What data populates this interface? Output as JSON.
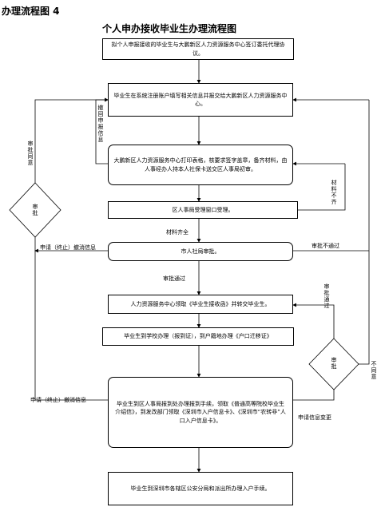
{
  "heading": "办理流程图 4",
  "title": "个人申办接收毕业生办理流程图",
  "boxes": {
    "b1": "拟个人申报接收的毕业生与大鹏新区人力资源服务中心签订委托代理协议。",
    "b2": "毕业生在系统注册账户填写相关信息并报交给大鹏新区人力资源服务中心。",
    "b3": "大鹏新区人力资源服务中心打印表格，核要求签字盖章，备齐材料，由人事经办人持本人社保卡送交区人事局初审。",
    "b4": "区人事局受理窗口受理。",
    "b5": "市人社局审批。",
    "b6": "人力资源服务中心领取《毕业生接收函》并转交毕业生。",
    "b7": "毕业生到学校办理（报到证），到户籍地办理《户口迁移证》",
    "b8": "毕业生到区人事局报到处办理报到手续，领取《普通高等院校毕业生介绍信》，到发改部门领取《深圳市入户信息卡》、《深圳市“农转非”人口入户信息卡》。",
    "b9": "毕业生到深圳市各辖区公安分局和派出所办理入户手续。"
  },
  "labels": {
    "withdraw_return": "撤回申报信息",
    "approve_ok": "审批同意",
    "approve_left": "审批",
    "materials_incomplete": "材料不齐",
    "materials_complete": "材料齐全",
    "apply_withdraw_1": "申请（终止）撤消信息",
    "not_passed": "审批不通过",
    "passed": "审批通过",
    "approve_passed_right": "审批通过",
    "approve_right": "审批",
    "disagree": "不同意",
    "apply_withdraw_2": "申请（终止）撤消信息",
    "apply_change": "申请信息变更"
  }
}
